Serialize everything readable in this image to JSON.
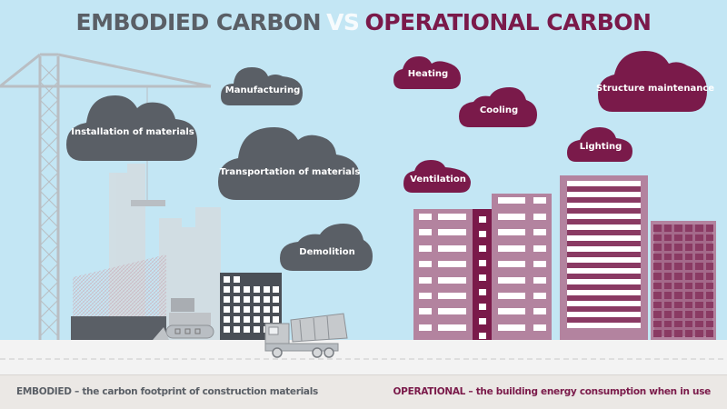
{
  "title": {
    "embodied": "EMBODIED CARBON",
    "vs": "VS",
    "operational": "OPERATIONAL CARBON"
  },
  "colors": {
    "sky": "#c3e6f4",
    "embodied": "#5a5f66",
    "operational": "#7a1a4a",
    "building_light": "#b3839f",
    "crane": "#b9bec3"
  },
  "embodied_clouds": [
    {
      "label": "Manufacturing"
    },
    {
      "label": "Installation of materials"
    },
    {
      "label": "Transportation of materials"
    },
    {
      "label": "Demolition"
    }
  ],
  "operational_clouds": [
    {
      "label": "Heating"
    },
    {
      "label": "Cooling"
    },
    {
      "label": "Structure maintenance"
    },
    {
      "label": "Lighting"
    },
    {
      "label": "Ventilation"
    }
  ],
  "footer": {
    "embodied": "EMBODIED – the carbon footprint of construction materials",
    "operational": "OPERATIONAL – the building energy consumption when in use"
  }
}
